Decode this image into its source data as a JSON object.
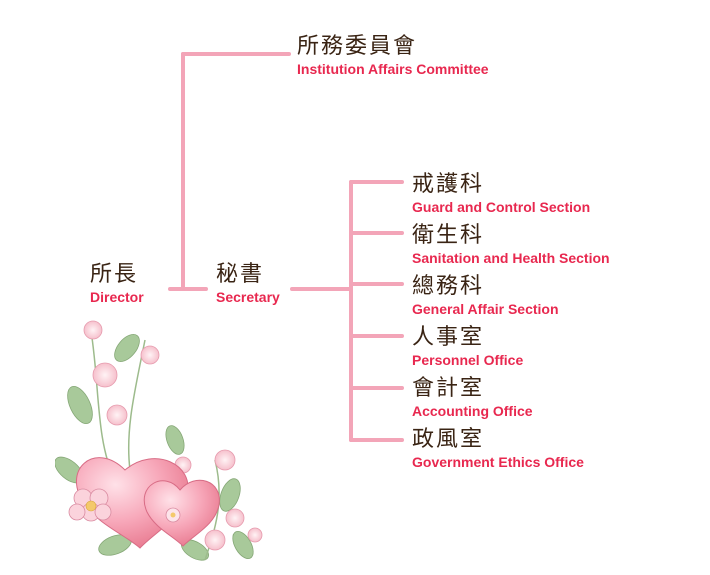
{
  "colors": {
    "connector": "#f3a5b8",
    "chinese_text": "#3a2414",
    "english_text": "#e8284f"
  },
  "director": {
    "zh": "所長",
    "en": "Director"
  },
  "secretary": {
    "zh": "秘書",
    "en": "Secretary"
  },
  "committee": {
    "zh": "所務委員會",
    "en": "Institution Affairs Committee"
  },
  "sections": [
    {
      "zh": "戒護科",
      "en": "Guard and Control Section"
    },
    {
      "zh": "衛生科",
      "en": "Sanitation and Health Section"
    },
    {
      "zh": "總務科",
      "en": "General Affair Section"
    },
    {
      "zh": "人事室",
      "en": "Personnel Office"
    },
    {
      "zh": "會計室",
      "en": "Accounting Office"
    },
    {
      "zh": "政風室",
      "en": "Government Ethics Office"
    }
  ],
  "decoration": {
    "icon": "hearts-flowers-icon"
  }
}
